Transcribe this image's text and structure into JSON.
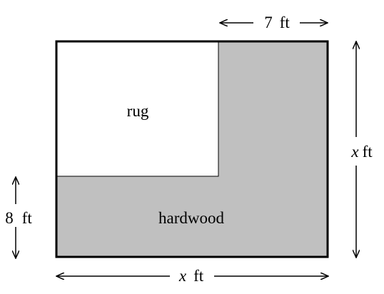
{
  "diagram": {
    "regions": {
      "rug": {
        "label": "rug",
        "fill": "#ffffff"
      },
      "hardwood": {
        "label": "hardwood",
        "fill": "#c0c0c0"
      }
    },
    "dimensions": {
      "top": {
        "value": "7",
        "unit": "ft"
      },
      "right": {
        "var": "x",
        "unit": "ft"
      },
      "left": {
        "value": "8",
        "unit": "ft"
      },
      "bottom": {
        "var": "x",
        "unit": "ft"
      }
    },
    "colors": {
      "outline": "#000000",
      "hardwood": "#c0c0c0",
      "rug": "#ffffff"
    }
  }
}
